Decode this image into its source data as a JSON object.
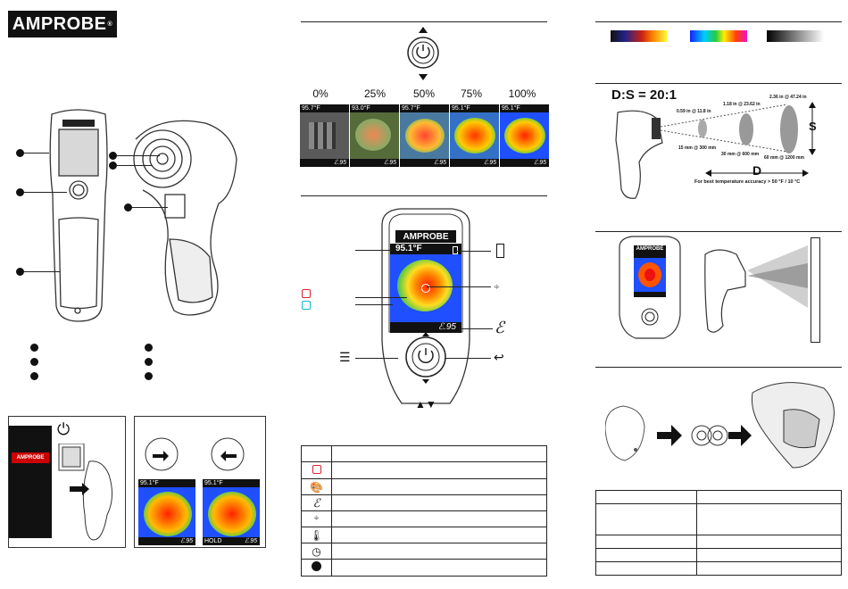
{
  "brand": {
    "name": "AMPROBE",
    "reg": "®"
  },
  "swatches": [
    "#1a1a2e",
    "#2222aa",
    "#ff3300",
    "#ffee00",
    "#ffffff"
  ],
  "percent_row": {
    "labels": [
      "0%",
      "25%",
      "50%",
      "75%",
      "100%"
    ],
    "temps": [
      "95.7°F",
      "93.0°F",
      "95.7°F",
      "95.1°F",
      "95.1°F"
    ],
    "emissivity": "ℰ.95"
  },
  "display": {
    "brand": "AMPROBE",
    "temp": "95.1°F",
    "emissivity": "ℰ.95",
    "nav_label": "▲▼"
  },
  "hold_demo": {
    "left_temp": "95.1°F",
    "left_emis": "ℰ.95",
    "right_temp": "95.1°F",
    "right_status": "HOLD",
    "right_emis": "ℰ.95"
  },
  "ds": {
    "title": "D:S = 20:1",
    "s_label": "S",
    "d_label": "D",
    "ann_small": "0.59 in @ 11.8 in",
    "ann_mid": "1.18 in @ 23.62 in",
    "ann_large": "2.36 in @ 47.24 in",
    "mm_small": "15 mm @ 300 mm",
    "mm_mid": "30 mm @ 600 mm",
    "mm_large": "60 mm @ 1200 mm",
    "note": "For best temperature accuracy > 50 °F / 10 °C"
  },
  "device_small": {
    "brand": "AMPROBE"
  }
}
